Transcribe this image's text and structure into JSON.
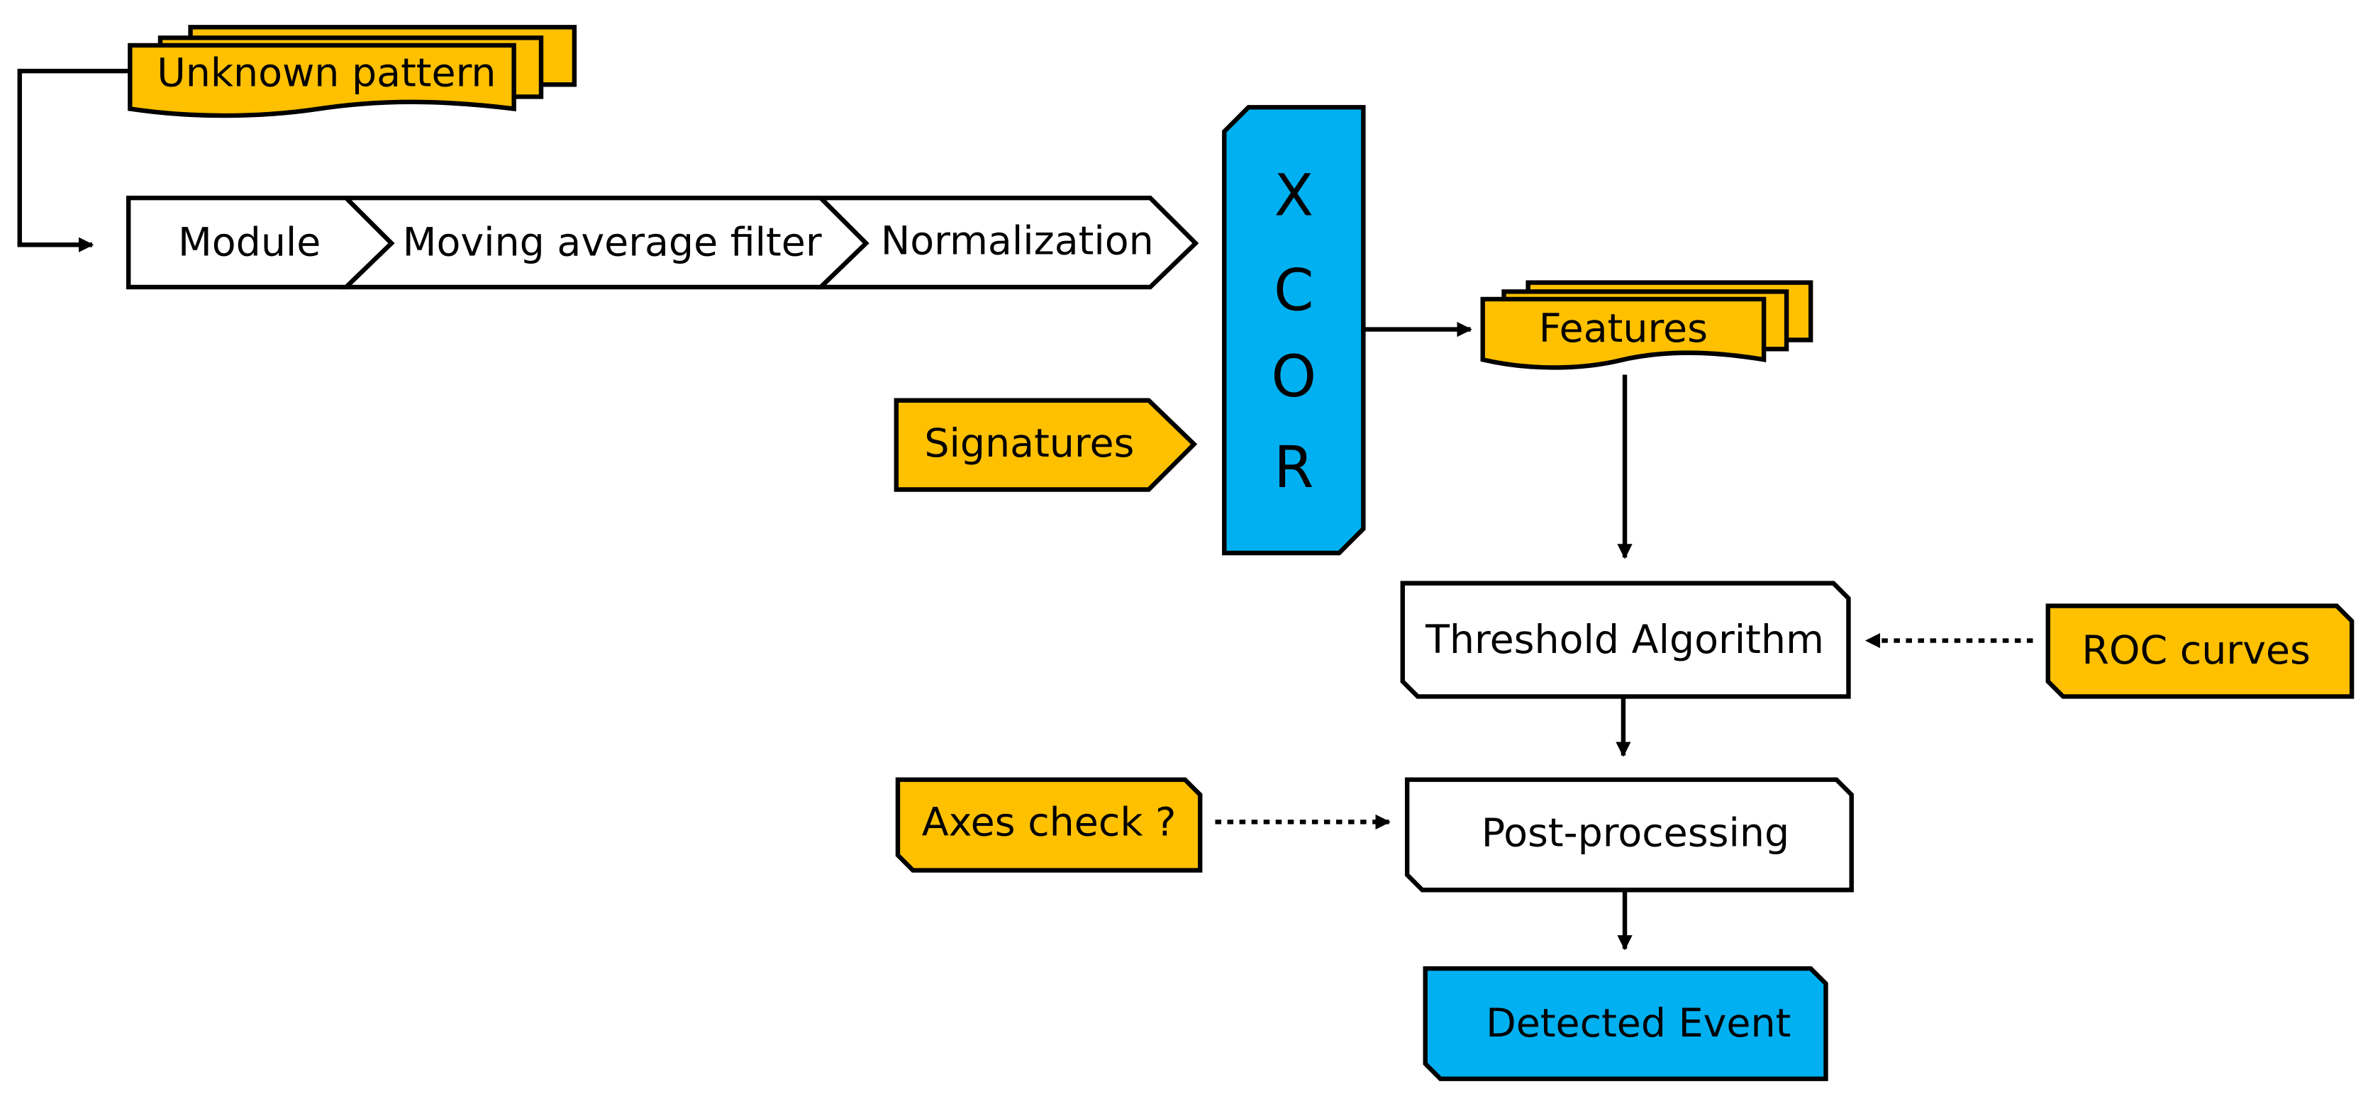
{
  "colors": {
    "orange": "#FFC000",
    "blue": "#00B0F0",
    "stroke": "#000000",
    "white": "#FFFFFF"
  },
  "nodes": {
    "unknown_pattern": "Unknown pattern",
    "module": "Module",
    "moving_average_filter": "Moving average filter",
    "normalization": "Normalization",
    "signatures": "Signatures",
    "xcor": [
      "X",
      "C",
      "O",
      "R"
    ],
    "features": "Features",
    "threshold_algorithm": "Threshold Algorithm",
    "roc_curves": "ROC curves",
    "axes_check": "Axes check ?",
    "post_processing": "Post-processing",
    "detected_event": "Detected Event"
  }
}
